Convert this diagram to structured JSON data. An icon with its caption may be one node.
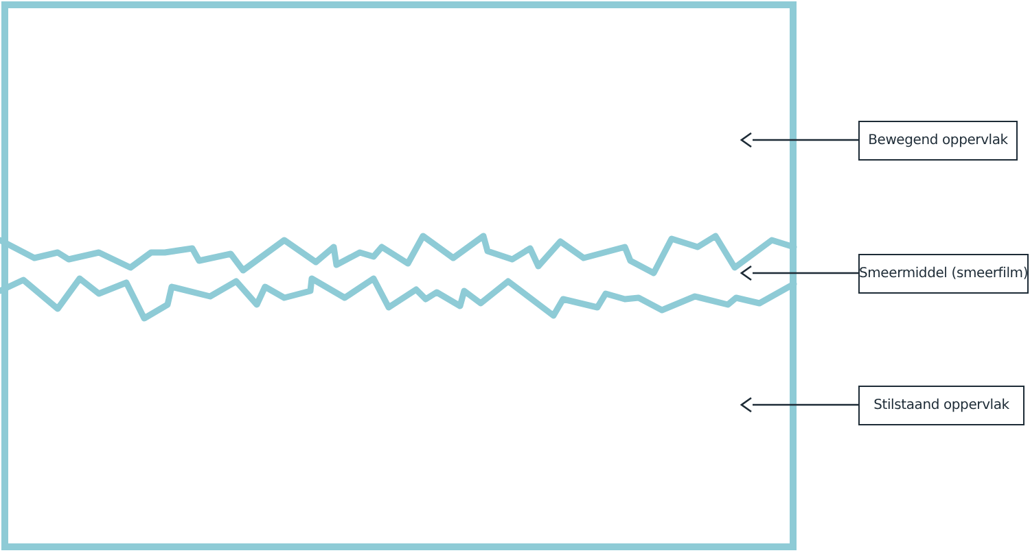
{
  "diagram": {
    "nodes": [
      {
        "text": [
          "Bewegend oppervlak"
        ]
      },
      {
        "text": [
          "Smeermiddel (smeerfilm)"
        ]
      },
      {
        "text": [
          "Stilstaand oppervlak"
        ]
      }
    ],
    "edges": [
      {
        "from": 0,
        "to": null,
        "arrow": "to"
      },
      {
        "from": 1,
        "to": null,
        "arrow": "to"
      },
      {
        "from": 2,
        "to": null,
        "arrow": "to"
      }
    ]
  }
}
